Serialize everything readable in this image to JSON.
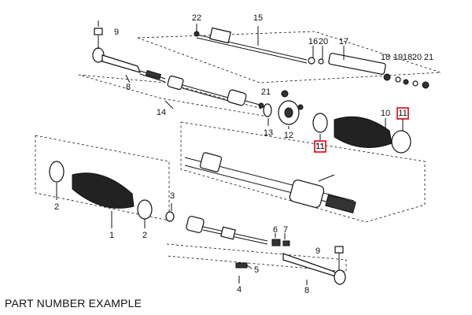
{
  "caption": "PART NUMBER EXAMPLE",
  "callouts": [
    {
      "id": "c22a",
      "text": "22"
    },
    {
      "id": "c15",
      "text": "15"
    },
    {
      "id": "c9a",
      "text": "9"
    },
    {
      "id": "c16",
      "text": "16"
    },
    {
      "id": "c20a",
      "text": "20"
    },
    {
      "id": "c17",
      "text": "17"
    },
    {
      "id": "c18",
      "text": "18"
    },
    {
      "id": "c19",
      "text": "19"
    },
    {
      "id": "c18b",
      "text": "18"
    },
    {
      "id": "c20b",
      "text": "20"
    },
    {
      "id": "c21a",
      "text": "21"
    },
    {
      "id": "c8a",
      "text": "8"
    },
    {
      "id": "c21b",
      "text": "21"
    },
    {
      "id": "c14",
      "text": "14"
    },
    {
      "id": "c10",
      "text": "10"
    },
    {
      "id": "c11a",
      "text": "11"
    },
    {
      "id": "c13",
      "text": "13"
    },
    {
      "id": "c12",
      "text": "12"
    },
    {
      "id": "c11b",
      "text": "11"
    },
    {
      "id": "c3",
      "text": "3"
    },
    {
      "id": "c2a",
      "text": "2"
    },
    {
      "id": "c1",
      "text": "1"
    },
    {
      "id": "c2b",
      "text": "2"
    },
    {
      "id": "c6",
      "text": "6"
    },
    {
      "id": "c7",
      "text": "7"
    },
    {
      "id": "c9b",
      "text": "9"
    },
    {
      "id": "c5",
      "text": "5"
    },
    {
      "id": "c4",
      "text": "4"
    },
    {
      "id": "c8b",
      "text": "8"
    }
  ],
  "highlight_color": "#e0000f"
}
